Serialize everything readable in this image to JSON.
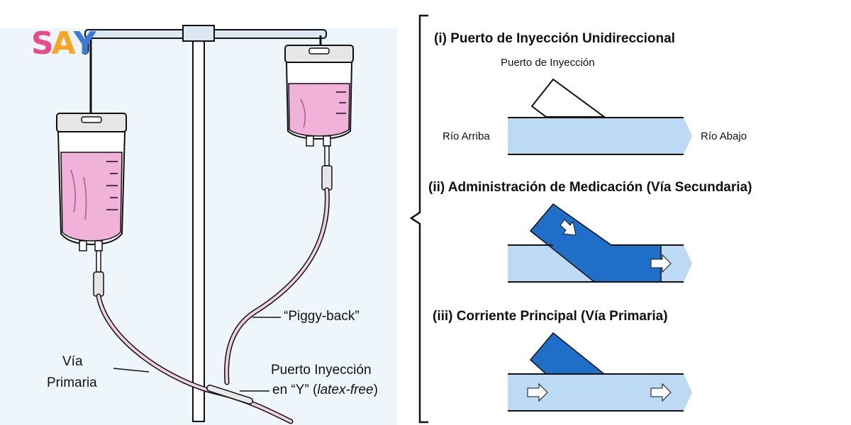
{
  "logo": {
    "letters": [
      "S",
      "A",
      "Y"
    ],
    "colors": [
      "#e84a8a",
      "#f6a623",
      "#3a7bd5"
    ]
  },
  "left": {
    "piggyback_label": "“Piggy-back”",
    "via_primaria_line1": "Vía",
    "via_primaria_line2": "Primaria",
    "puerto_line1": "Puerto Inyección",
    "puerto_line2_prefix": "en “Y” (",
    "puerto_line2_italic": "latex-free",
    "puerto_line2_suffix": ")"
  },
  "right": {
    "section1_title": "(i) Puerto de Inyección Unidireccional",
    "section1_port_label": "Puerto de Inyección",
    "section1_upstream": "Río Arriba",
    "section1_downstream": "Río Abajo",
    "section2_title": "(ii) Administración de Medicación (Vía Secundaria)",
    "section3_title": "(iii) Corriente Principal (Vía Primaria)"
  },
  "colors": {
    "panel_bg": "#eef5fb",
    "fluid_pink": "#f0b2d8",
    "tube_light_blue": "#bcdaf3",
    "tube_dark_blue": "#1f6fc8",
    "outline": "#111111"
  }
}
